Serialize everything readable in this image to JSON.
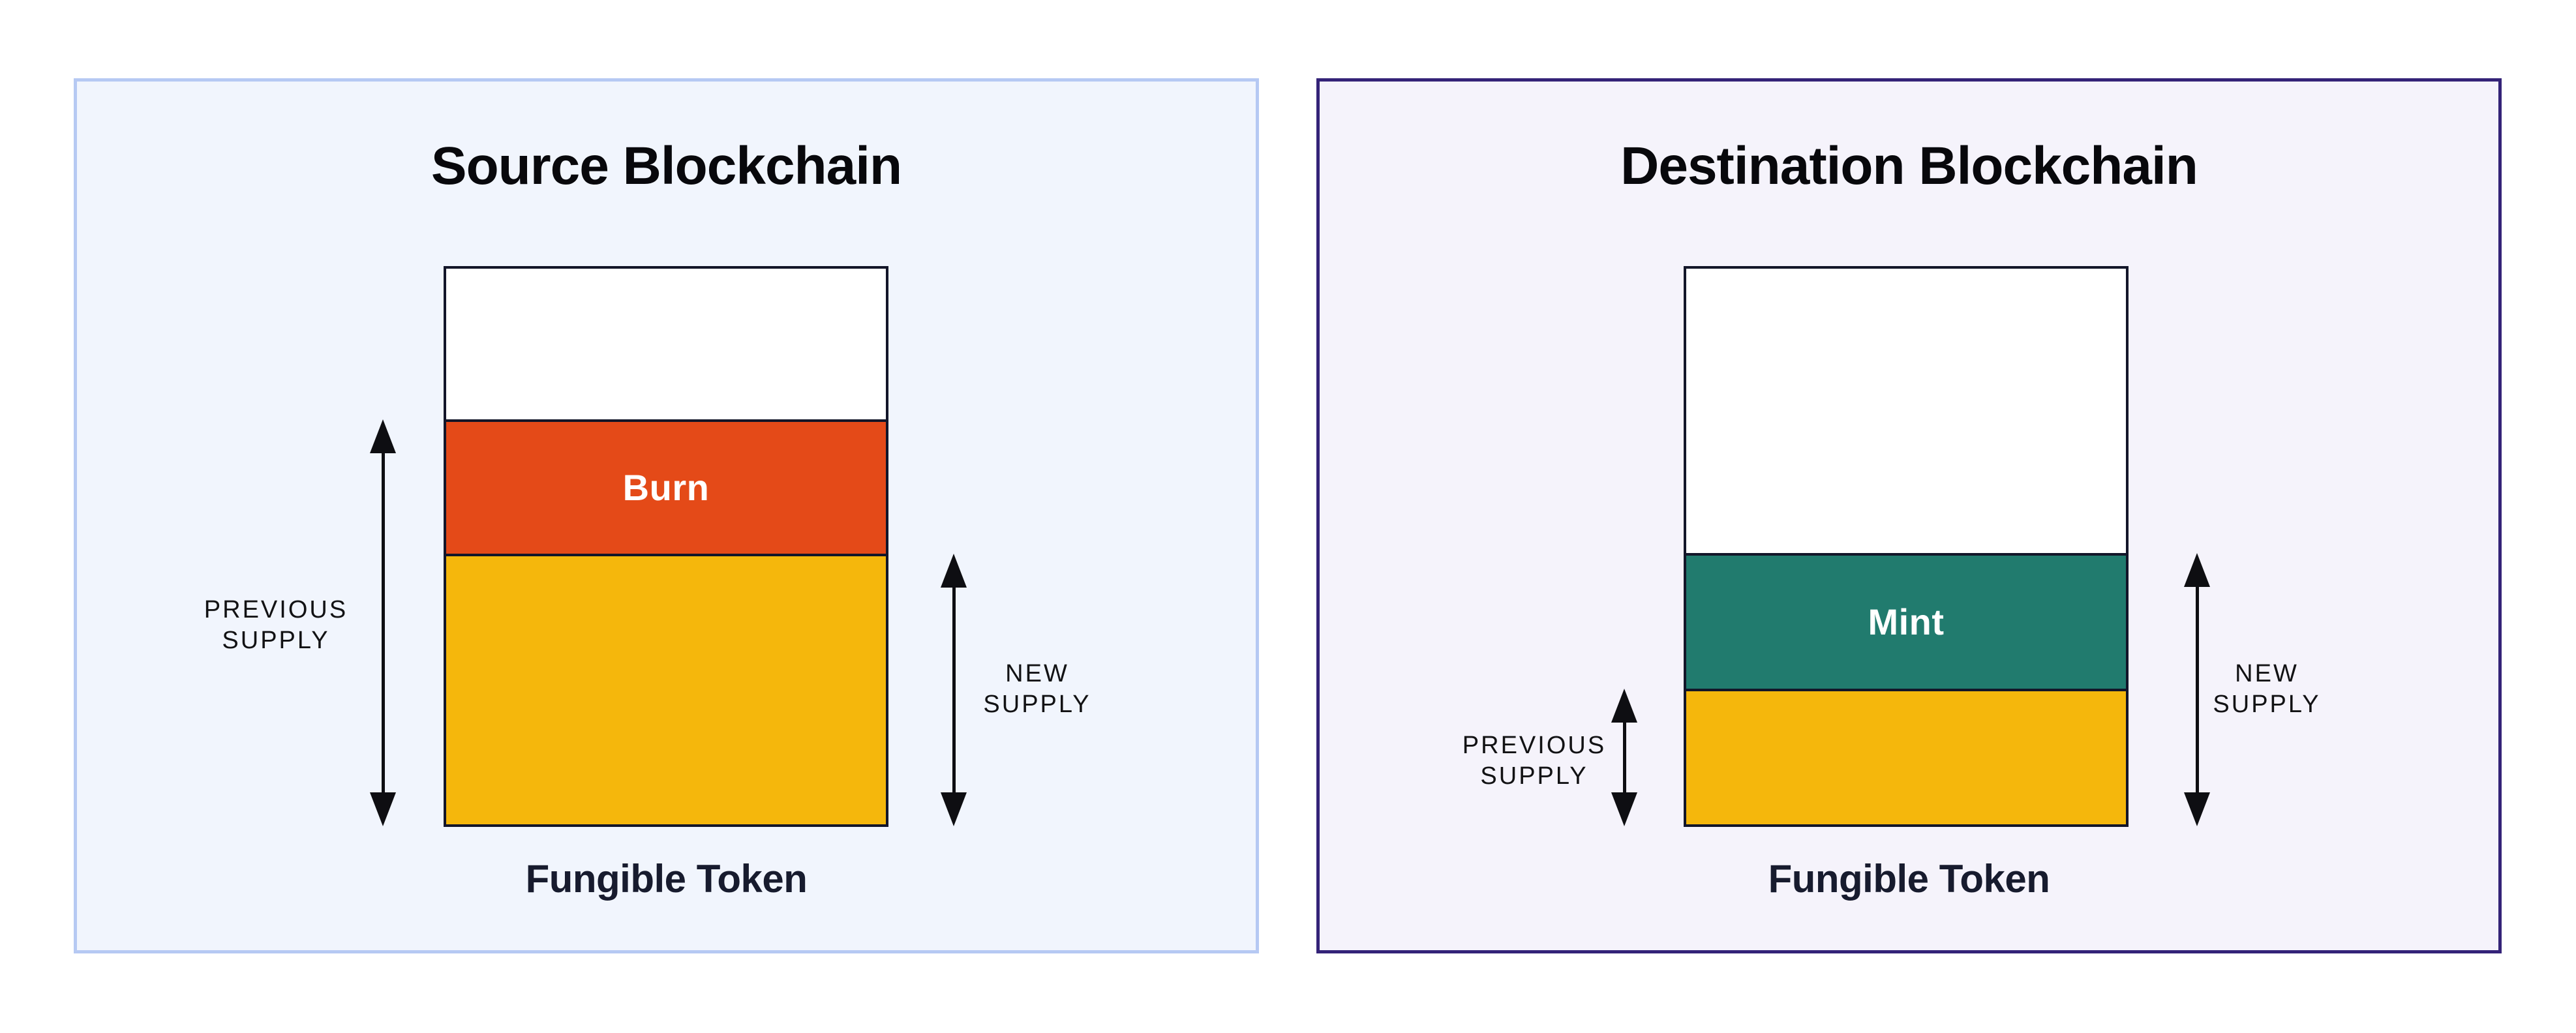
{
  "panels": [
    {
      "title": "Source Blockchain",
      "caption": "Fungible Token",
      "bar": {
        "action_label": "Burn"
      },
      "previous_supply": {
        "line1": "PREVIOUS",
        "line2": "SUPPLY"
      },
      "new_supply": {
        "line1": "NEW",
        "line2": "SUPPLY"
      },
      "colors": {
        "panel_bg": "#F1F5FD",
        "panel_border": "#B6C9F3",
        "action_segment": "#E44A18",
        "supply_segment": "#F5B70C"
      }
    },
    {
      "title": "Destination Blockchain",
      "caption": "Fungible Token",
      "bar": {
        "action_label": "Mint"
      },
      "previous_supply": {
        "line1": "PREVIOUS",
        "line2": "SUPPLY"
      },
      "new_supply": {
        "line1": "NEW",
        "line2": "SUPPLY"
      },
      "colors": {
        "panel_bg": "#F5F3FB",
        "panel_border": "#342378",
        "action_segment": "#217B6E",
        "supply_segment": "#F5B70C"
      }
    }
  ],
  "shared": {
    "bar_border_color": "#131629",
    "arrow_color": "#0E0E12",
    "empty_segment_color": "#FFFFFF"
  }
}
